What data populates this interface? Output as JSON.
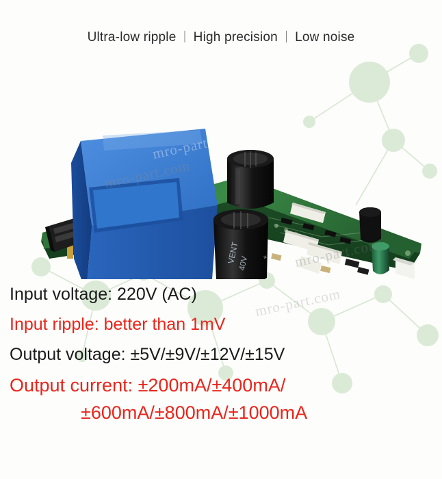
{
  "headline": {
    "part1": "Ultra-low ripple",
    "sep1": "｜",
    "part2": "High precision",
    "sep2": "｜",
    "part3": "Low noise"
  },
  "watermarks": {
    "w1": "mro-part.com",
    "w2": "mro-part.com",
    "w3": "mro-part.com",
    "w4": "mro-part.com"
  },
  "specs": [
    {
      "text": "Input voltage: 220V (AC)",
      "color": "#1b1b1b"
    },
    {
      "text": "Input ripple: better than 1mV",
      "color": "#e8251c"
    },
    {
      "text": "Output voltage: ±5V/±9V/±12V/±15V",
      "color": "#1b1b1b"
    },
    {
      "text": "Output current: ±200mA/±400mA/",
      "color": "#e8251c"
    },
    {
      "text": "±600mA/±800mA/±1000mA",
      "color": "#e8251c"
    }
  ],
  "product": {
    "description": "Linear power supply PCB module with blue transformer, black electrolytic capacitors and green circuit board",
    "pcb_color": "#2f7a3e",
    "transformer_color": "#2a6fd4",
    "capacitor_color": "#171717",
    "label_voltage": "40V",
    "label_brand": "VENT"
  },
  "colors": {
    "accent_red": "#e8251c",
    "text_dark": "#1b1b1b",
    "background": "#fdfdfb",
    "decor_green": "#cfe3cb"
  }
}
